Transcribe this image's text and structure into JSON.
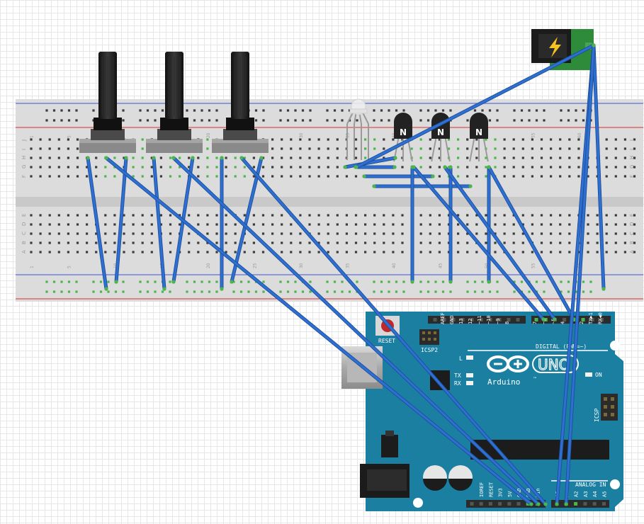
{
  "circuit": {
    "colors": {
      "breadboard": "#dcdcdc",
      "board": "#1a7fa0",
      "wire": "#2f6fd1",
      "wire_edge": "#1b4f9a",
      "rail_red": "#d9534f",
      "rail_blue": "#5b6fd6",
      "hole": "#3a3a3a",
      "hole_active": "#4bb54b",
      "pot_knob": "#1d1d1d",
      "pot_body": "#6e6e6e",
      "transistor": "#222222",
      "header": "#2b2b2b",
      "reset_button": "#c0282d"
    },
    "breadboard": {
      "row_letters_top": [
        "J",
        "I",
        "H",
        "G",
        "F"
      ],
      "row_letters_bottom": [
        "E",
        "D",
        "C",
        "B",
        "A"
      ],
      "column_numbers_top": [
        "1",
        "5",
        "10",
        "15",
        "20",
        "25",
        "30",
        "35",
        "40",
        "45",
        "50",
        "55",
        "60"
      ],
      "column_numbers_bottom": [
        "1",
        "5",
        "10",
        "15",
        "20",
        "25",
        "30",
        "35",
        "40",
        "45",
        "50",
        "55",
        "60"
      ]
    },
    "components": {
      "potentiometers": [
        "potentiometer-1",
        "potentiometer-2",
        "potentiometer-3"
      ],
      "transistor_label": "N",
      "rgb_led": "rgb-led",
      "power_jack": "dc-power-jack"
    },
    "arduino": {
      "logo_text": "UNO",
      "brand": "Arduino",
      "trademark": "™",
      "reset_label": "RESET",
      "icsp2_label": "ICSP2",
      "icsp_label": "ICSP",
      "l_label": "L",
      "tx_label": "TX",
      "rx_label": "RX",
      "on_label": "ON",
      "digital_label": "DIGITAL (PWM=~)",
      "analog_label": "ANALOG IN",
      "top_pins": [
        "AREF",
        "GND",
        "13",
        "12",
        "~11",
        "~10",
        "~9",
        "8",
        "7",
        "~6",
        "~5",
        "4",
        "~3",
        "2",
        "TX▶1",
        "RX◀0"
      ],
      "power_pins": [
        "IOREF",
        "RESET",
        "3V3",
        "5V",
        "GND",
        "GND",
        "Vin"
      ],
      "analog_pins": [
        "A0",
        "A1",
        "A2",
        "A3",
        "A4",
        "A5"
      ]
    }
  }
}
